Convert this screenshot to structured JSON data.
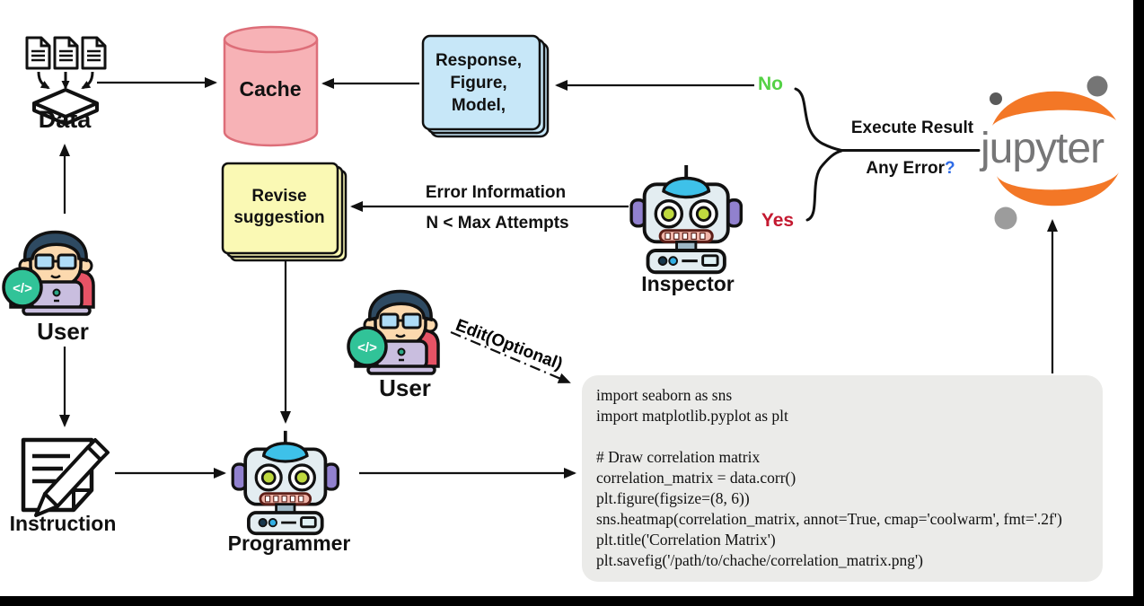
{
  "labels": {
    "data": "Data",
    "cache": "Cache",
    "user_left": "User",
    "user_middle": "User",
    "instruction": "Instruction",
    "inspector": "Inspector",
    "programmer": "Programmer",
    "jupyter": "jupyter"
  },
  "stacks": {
    "response": {
      "lines": [
        "Response,",
        "Figure,",
        "Model,"
      ],
      "fill": "#C7E7F8"
    },
    "revise": {
      "lines": [
        "Revise",
        "suggestion"
      ],
      "fill": "#FAF9B4"
    }
  },
  "edge_labels": {
    "no": {
      "text": "No",
      "color": "#54D145"
    },
    "yes": {
      "text": "Yes",
      "color": "#C41930"
    },
    "execute_result": "Execute Result",
    "any_error_text": "Any Error",
    "any_error_mark": "?",
    "any_error_mark_color": "#2E6BE6",
    "error_information": "Error Information",
    "attempts": "N < Max Attempts",
    "edit": "Edit(Optional)"
  },
  "code_block": {
    "bg": "#EBEBE9",
    "lines": [
      "import seaborn as sns",
      "import matplotlib.pyplot as plt",
      "",
      "# Draw correlation matrix",
      "correlation_matrix = data.corr()",
      "plt.figure(figsize=(8, 6))",
      "sns.heatmap(correlation_matrix, annot=True, cmap='coolwarm', fmt='.2f')",
      "plt.title('Correlation Matrix')",
      "plt.savefig('/path/to/chache/correlation_matrix.png')"
    ]
  },
  "colors": {
    "cache_fill": "#F7B2B6",
    "cache_stroke": "#DD6E79",
    "jupyter_orange": "#F37726",
    "jupyter_text": "#767677",
    "arrow": "#111111"
  },
  "icons": {
    "code_badge": "</>"
  }
}
